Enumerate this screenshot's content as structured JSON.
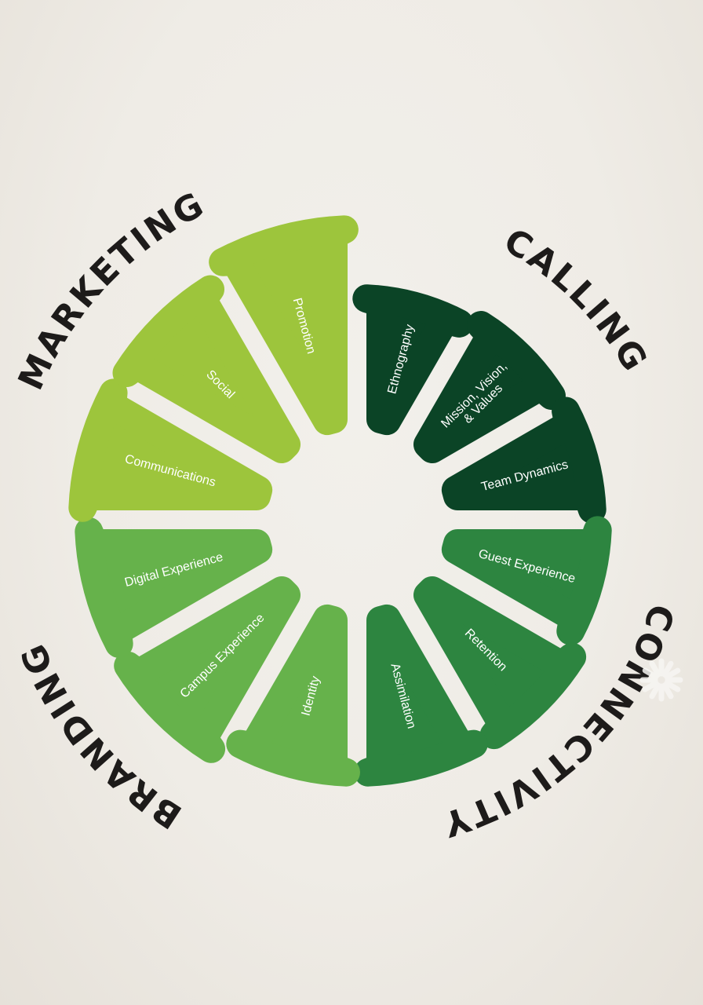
{
  "colors": {
    "calling": "#0b4426",
    "connectivity": "#2d8540",
    "branding": "#66b24b",
    "marketing": "#9dc53c",
    "ring_text": "#1d1b1a",
    "background": "#efece6"
  },
  "groups": [
    {
      "key": "calling",
      "label": "CALLING"
    },
    {
      "key": "connectivity",
      "label": "CONNECTIVITY"
    },
    {
      "key": "branding",
      "label": "BRANDING"
    },
    {
      "key": "marketing",
      "label": "MARKETING"
    }
  ],
  "petals": [
    {
      "label": [
        "Ethnography"
      ],
      "group": "calling"
    },
    {
      "label": [
        "Mission, Vision,",
        "& Values"
      ],
      "group": "calling"
    },
    {
      "label": [
        "Team Dynamics"
      ],
      "group": "calling"
    },
    {
      "label": [
        "Guest Experience"
      ],
      "group": "connectivity"
    },
    {
      "label": [
        "Retention"
      ],
      "group": "connectivity"
    },
    {
      "label": [
        "Assimilation"
      ],
      "group": "connectivity"
    },
    {
      "label": [
        "Identity"
      ],
      "group": "branding"
    },
    {
      "label": [
        "Campus Experience"
      ],
      "group": "branding"
    },
    {
      "label": [
        "Digital Experience"
      ],
      "group": "branding"
    },
    {
      "label": [
        "Communications"
      ],
      "group": "marketing"
    },
    {
      "label": [
        "Social"
      ],
      "group": "marketing"
    },
    {
      "label": [
        "Promotion"
      ],
      "group": "marketing"
    }
  ],
  "watermark_icon": "flower-logo-icon"
}
